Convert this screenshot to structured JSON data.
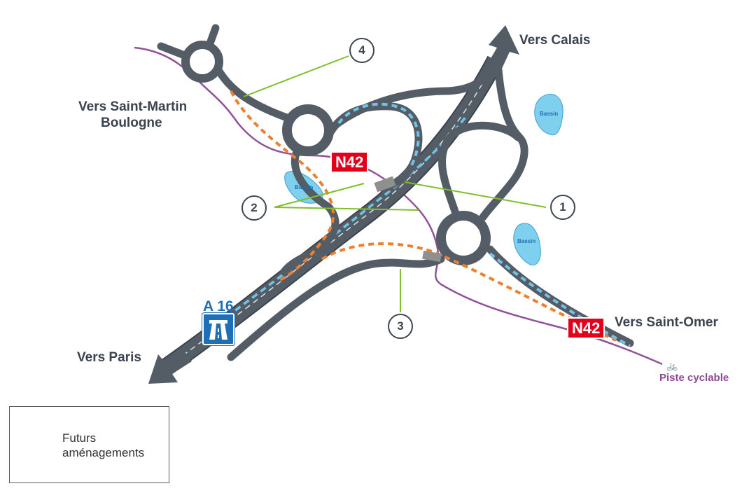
{
  "labels": {
    "calais": "Vers Calais",
    "saint_martin_line1": "Vers Saint-Martin",
    "saint_martin_line2": "Boulogne",
    "saint_omer": "Vers Saint-Omer",
    "paris": "Vers Paris",
    "piste": "Piste cyclable",
    "bassin": "Bassin"
  },
  "road_signs": {
    "n42": "N42",
    "a16": "A 16"
  },
  "callouts": [
    "1",
    "2",
    "3",
    "4"
  ],
  "legend": {
    "future_line1": "Futurs",
    "future_line2": "aménagements"
  },
  "colors": {
    "road": "#545c66",
    "road_edge": "#3b434c",
    "future_blue": "#6ec4e8",
    "future_orange": "#ee7f2d",
    "cycle_path": "#93509a",
    "leader_line": "#7fbf2a",
    "water": "#7fcfee",
    "n42_red": "#e3001b",
    "a16_blue": "#1f6fb5"
  }
}
